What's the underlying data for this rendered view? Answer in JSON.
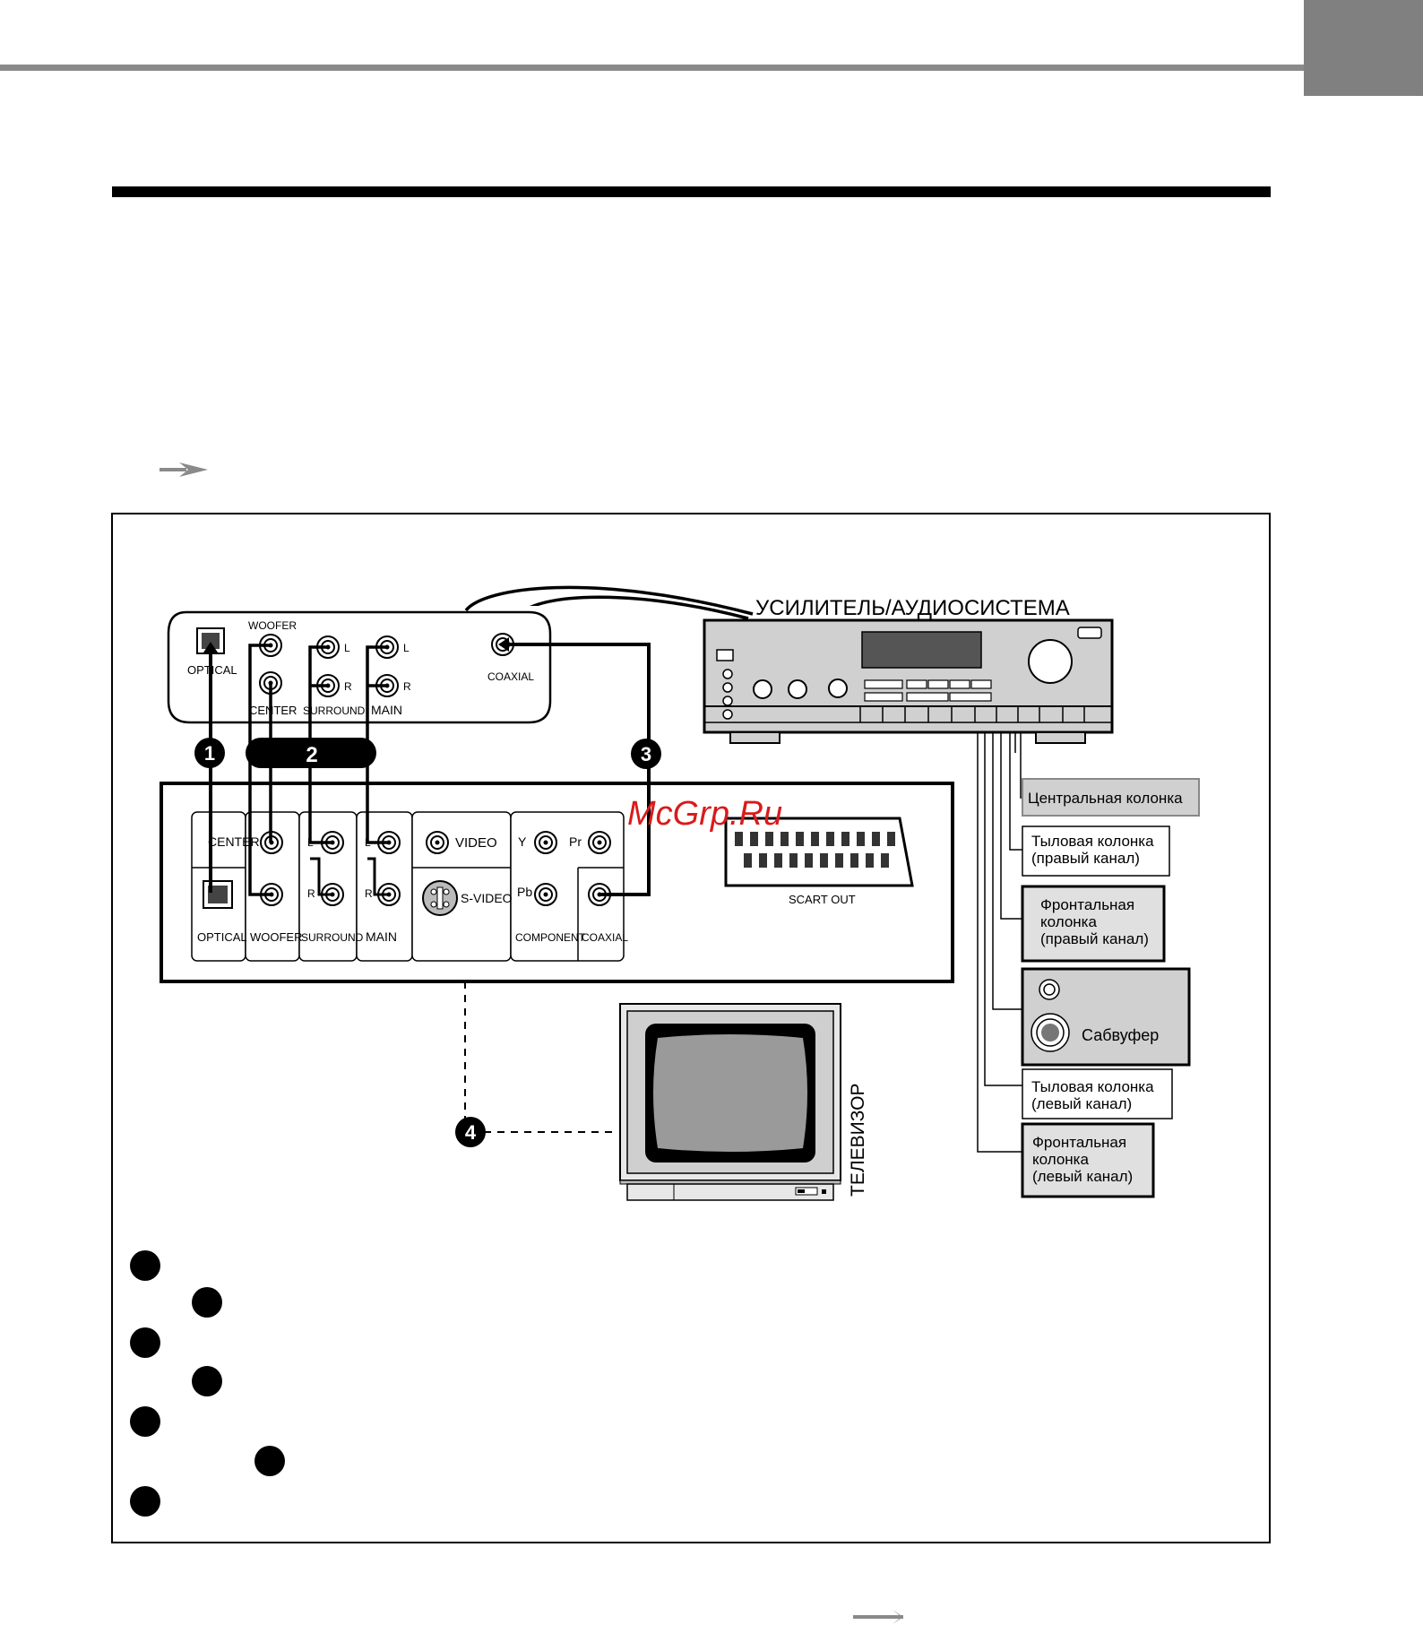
{
  "amplifier": {
    "title": "УСИЛИТЕЛЬ/АУДИОСИСТЕМА"
  },
  "amp_panel": {
    "optical": "OPTICAL",
    "woofer": "WOOFER",
    "center": "CENTER",
    "surround": "SURROUND",
    "main": "MAIN",
    "l": "L",
    "r": "R",
    "coaxial": "COAXIAL"
  },
  "player_panel": {
    "center": "CENTER",
    "woofer": "WOOFER",
    "optical": "OPTICAL",
    "surround": "SURROUND",
    "main": "MAIN",
    "l": "L",
    "r": "R",
    "video": "VIDEO",
    "svideo": "S-VIDEO",
    "y": "Y",
    "pb": "Pb",
    "pr": "Pr",
    "component": "COMPONENT",
    "coaxial": "COAXIAL",
    "scart": "SCART OUT"
  },
  "badges": {
    "b1": "1",
    "b2": "2",
    "b3": "3",
    "b4": "4"
  },
  "tv": {
    "label": "ТЕЛЕВИЗОР"
  },
  "speakers": {
    "center": "Центральная колонка",
    "rear_right_1": "Тыловая колонка",
    "rear_right_2": "(правый канал)",
    "front_right_1": "Фронтальная",
    "front_right_2": "колонка",
    "front_right_3": "(правый канал)",
    "subwoofer": "Сабвуфер",
    "rear_left_1": "Тыловая колонка",
    "rear_left_2": "(левый канал)",
    "front_left_1": "Фронтальная",
    "front_left_2": "колонка",
    "front_left_3": "(левый канал)"
  },
  "watermark": "McGrp.Ru",
  "colors": {
    "rule_gray": "#8a8a8a",
    "tab_gray": "#808080",
    "panel_gray": "#d0d0d0",
    "watermark_red": "#d81b1b"
  },
  "icons": [
    "arrow-right-icon",
    "rca-jack-icon",
    "optical-port-icon",
    "scart-port-icon",
    "tv-icon",
    "speaker-icon"
  ]
}
